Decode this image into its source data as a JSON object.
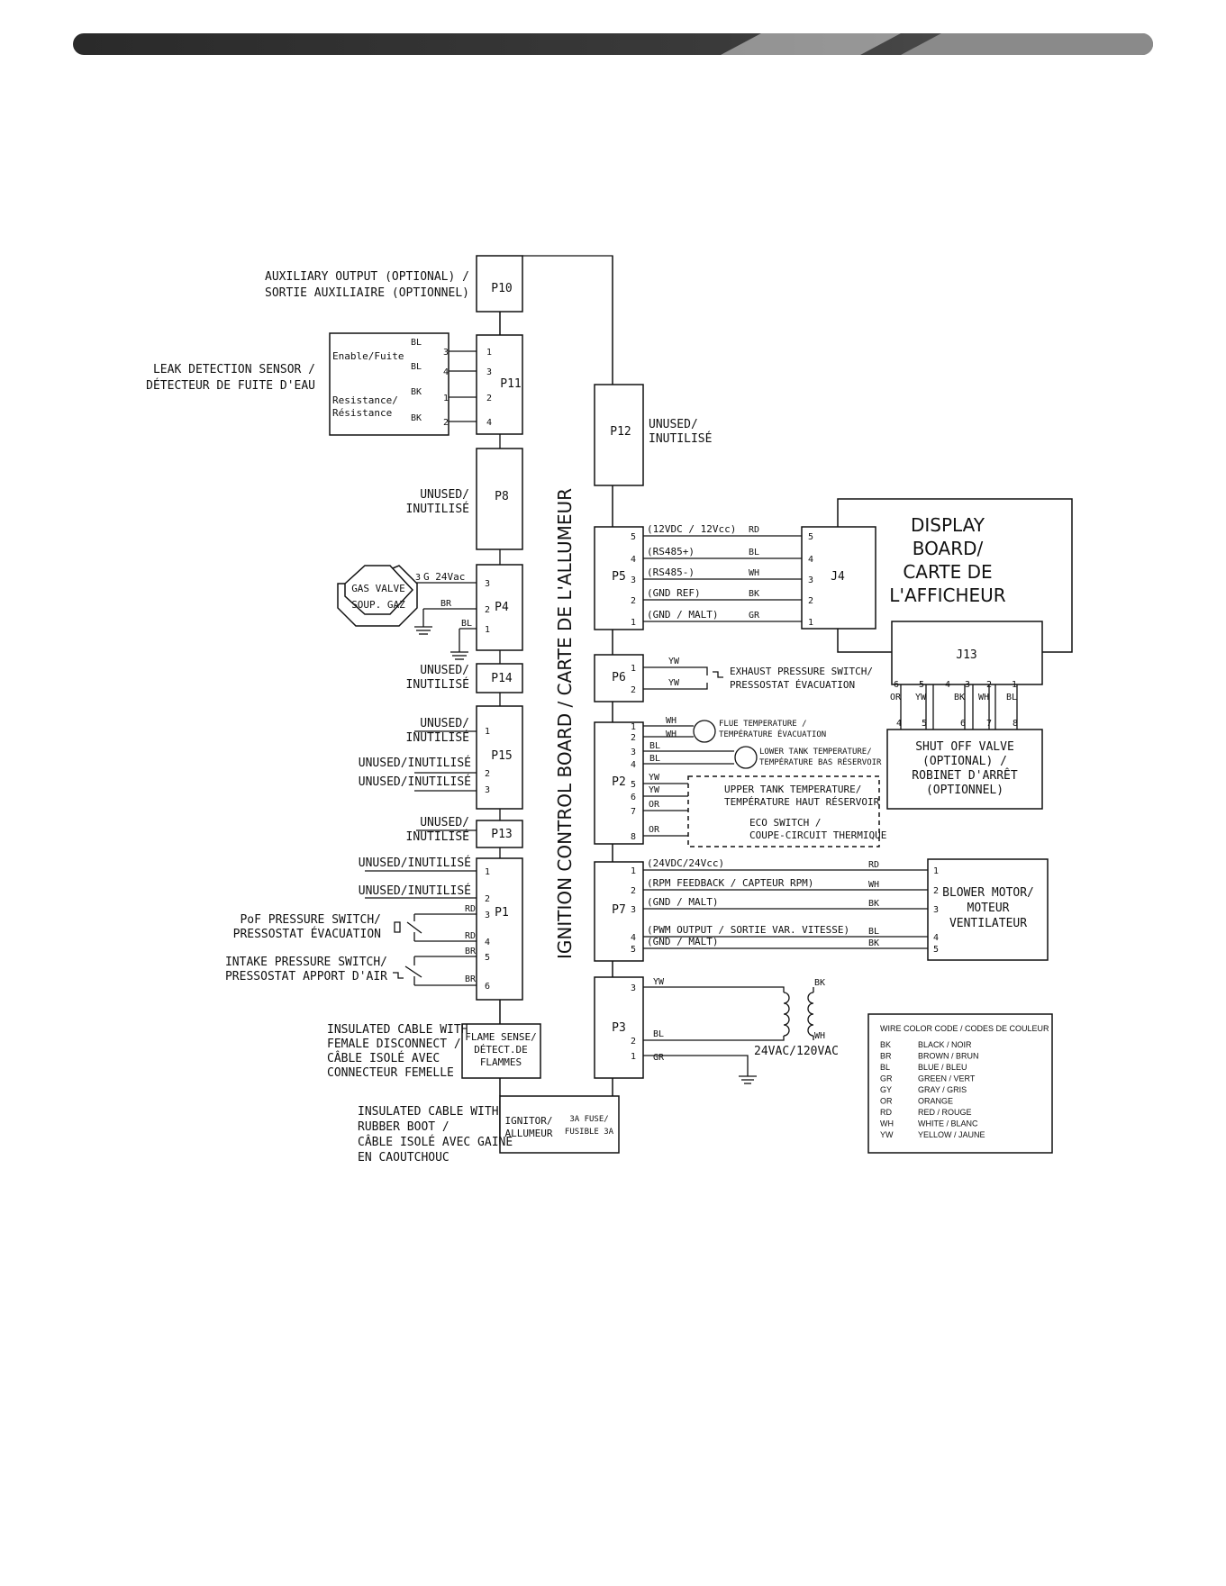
{
  "boards": {
    "control": "IGNITION CONTROL BOARD / CARTE DE L'ALLUMEUR",
    "display": [
      "DISPLAY",
      "BOARD/",
      "CARTE DE",
      "L'AFFICHEUR"
    ]
  },
  "connectors": {
    "p10": "P10",
    "p11": "P11",
    "p8": "P8",
    "p4": "P4",
    "p14": "P14",
    "p15": "P15",
    "p13": "P13",
    "p1": "P1",
    "p12": "P12",
    "p5": "P5",
    "p6": "P6",
    "p2": "P2",
    "p7": "P7",
    "p3": "P3",
    "j4": "J4",
    "j13": "J13"
  },
  "labels": {
    "aux": [
      "AUXILIARY OUTPUT (OPTIONAL) /",
      "SORTIE AUXILIAIRE (OPTIONNEL)"
    ],
    "leak": [
      "LEAK DETECTION SENSOR /",
      "DÉTECTEUR DE FUITE D'EAU"
    ],
    "enable": "Enable/Fuite",
    "resistance": [
      "Resistance/",
      "Résistance"
    ],
    "unused": [
      "UNUSED/",
      "INUTILISÉ"
    ],
    "unused_inline": "UNUSED/INUTILISÉ",
    "gas_valve": [
      "GAS VALVE",
      "SOUP. GAZ"
    ],
    "g24": "G  24Vac",
    "pof": [
      "PoF PRESSURE SWITCH/",
      "PRESSOSTAT ÉVACUATION"
    ],
    "intake": [
      "INTAKE PRESSURE SWITCH/",
      "PRESSOSTAT APPORT D'AIR"
    ],
    "flame_cable": [
      "INSULATED CABLE WITH",
      "FEMALE DISCONNECT /",
      "CÂBLE ISOLÉ AVEC",
      "CONNECTEUR FEMELLE"
    ],
    "flame_box": [
      "FLAME SENSE/",
      "DÉTECT.DE",
      "FLAMMES"
    ],
    "boot_cable": [
      "INSULATED CABLE WITH",
      "RUBBER BOOT /",
      "CÂBLE ISOLÉ AVEC GAINE",
      "EN CAOUTCHOUC"
    ],
    "ignitor": [
      "IGNITOR/",
      "ALLUMEUR"
    ],
    "fuse": [
      "3A FUSE/",
      "FUSIBLE 3A"
    ],
    "p5_signals": [
      "(12VDC / 12Vcc)",
      "(RS485+)",
      "(RS485-)",
      "(GND REF)",
      "(GND / MALT)"
    ],
    "exhaust": [
      "EXHAUST PRESSURE SWITCH/",
      "PRESSOSTAT ÉVACUATION"
    ],
    "flue": [
      "FLUE TEMPERATURE /",
      "TEMPÉRATURE ÉVACUATION"
    ],
    "lower_tank": [
      "LOWER TANK TEMPERATURE/",
      "TEMPÉRATURE BAS RÉSERVOIR"
    ],
    "upper_tank": [
      "UPPER TANK TEMPERATURE/",
      "TEMPÉRATURE HAUT RÉSERVOIR"
    ],
    "eco": [
      "ECO SWITCH /",
      "COUPE-CIRCUIT THERMIQUE"
    ],
    "shutoff": [
      "SHUT OFF VALVE",
      "(OPTIONAL) /",
      "ROBINET D'ARRÊT",
      "(OPTIONNEL)"
    ],
    "p7_signals": [
      "(24VDC/24Vcc)",
      "(RPM FEEDBACK / CAPTEUR RPM)",
      "(GND / MALT)",
      "(PWM OUTPUT / SORTIE  VAR. VITESSE)",
      "(GND / MALT)"
    ],
    "blower": [
      "BLOWER MOTOR/",
      "MOTEUR",
      "VENTILATEUR"
    ],
    "transformer": "24VAC/120VAC"
  },
  "legend": {
    "title": "WIRE COLOR CODE / CODES DE COULEUR",
    "rows": [
      {
        "code": "BK",
        "name": "BLACK / NOIR"
      },
      {
        "code": "BR",
        "name": "BROWN / BRUN"
      },
      {
        "code": "BL",
        "name": "BLUE / BLEU"
      },
      {
        "code": "GR",
        "name": "GREEN / VERT"
      },
      {
        "code": "GY",
        "name": "GRAY / GRIS"
      },
      {
        "code": "OR",
        "name": "ORANGE"
      },
      {
        "code": "RD",
        "name": "RED / ROUGE"
      },
      {
        "code": "WH",
        "name": "WHITE / BLANC"
      },
      {
        "code": "YW",
        "name": "YELLOW / JAUNE"
      }
    ]
  },
  "wire_codes": {
    "bk": "BK",
    "br": "BR",
    "bl": "BL",
    "gr": "GR",
    "or": "OR",
    "rd": "RD",
    "wh": "WH",
    "yw": "YW"
  },
  "pins": {
    "p1": "1",
    "p2": "2",
    "p3": "3",
    "p4": "4",
    "p5": "5",
    "p6": "6",
    "p7": "7",
    "p8": "8"
  }
}
